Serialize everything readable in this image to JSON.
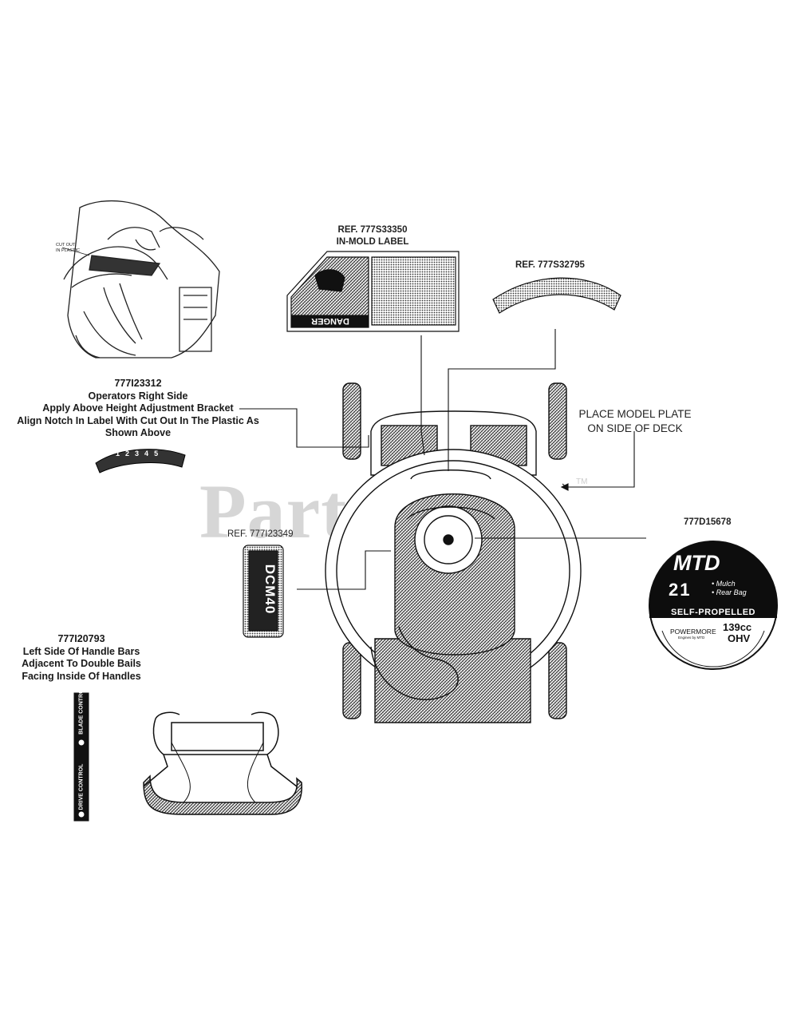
{
  "watermark": {
    "text": "PartsTree",
    "tm": "TM"
  },
  "labels": {
    "ref_danger": "REF. 777S33350",
    "inmold": "IN-MOLD LABEL",
    "ref_arc": "REF. 777S32795",
    "model_plate": [
      "PLACE MODEL PLATE",
      "ON SIDE OF DECK"
    ],
    "part_123312": {
      "number": "777I23312",
      "lines": [
        "Operators Right Side",
        "Apply Above Height Adjustment Bracket",
        "Align Notch In Label With Cut Out In The Plastic As",
        "Shown Above"
      ]
    },
    "cutout_note": [
      "CUT OUT",
      "IN PLASTIC"
    ],
    "ref_123349": "REF. 777I23349",
    "part_d15678": "777D15678",
    "part_120793": {
      "number": "777I20793",
      "lines": [
        "Left Side Of Handle Bars",
        "Adjacent To Double Bails",
        "Facing Inside Of Handles"
      ]
    }
  },
  "height_label_digits": [
    "1",
    "2",
    "3",
    "4",
    "5"
  ],
  "danger_label": {
    "word": "DANGER"
  },
  "dcm_label": {
    "text": "DCM40"
  },
  "mtd_label": {
    "brand": "MTD",
    "size": "21",
    "features": [
      "• Mulch",
      "• Rear Bag"
    ],
    "drive": "SELF-PROPELLED",
    "engine_brand": "POWERMORE",
    "engine_sub": "Engines by MTD",
    "cc": "139cc",
    "ohv": "OHV"
  },
  "control_strip": {
    "top": "BLADE CONTROL",
    "bottom": "DRIVE CONTROL"
  }
}
